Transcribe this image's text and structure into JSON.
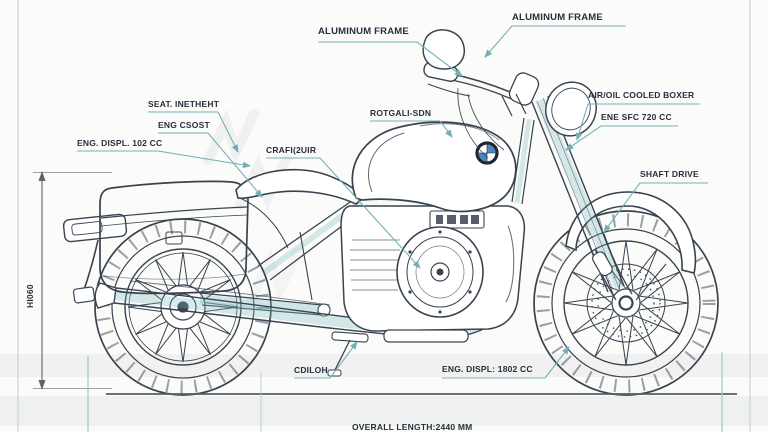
{
  "diagram": {
    "subject": "motorcycle technical blueprint",
    "colors": {
      "background": "#fbfbfa",
      "line_art": "#39434f",
      "leader": "#72b0b5",
      "label_text": "#252f3b",
      "shadow_band": "#eff1f0",
      "border": "#ccd1d4",
      "roundel_blue": "#4a86c8"
    },
    "icons": {
      "brand_roundel": "bmw-roundel-icon",
      "leader_arrow": "arrowhead-icon"
    }
  },
  "labels": {
    "aluminum_frame_left": "ALUMINUM FRAME",
    "aluminum_frame_right": "ALUMINUM FRAME",
    "seat": "SEAT. INETHEHT",
    "eng_csost": "ENG CSOST",
    "eng_displ_left": "ENG. DISPL. 102 CC",
    "crafi": "CRAFI(2UIR",
    "rotgali": "ROTGALI-SDN",
    "air_oil": "AIR/OIL COOLED BOXER",
    "ene_sfc": "ENE SFC 720 CC",
    "shaft_drive": "SHAFT DRIVE",
    "cdiloh": "CDILOH",
    "eng_displ_bottom": "ENG. DISPL: 1802 CC",
    "height_dim": "HI060",
    "overall_length": "OVERALL LENGTH:2440 MM"
  }
}
